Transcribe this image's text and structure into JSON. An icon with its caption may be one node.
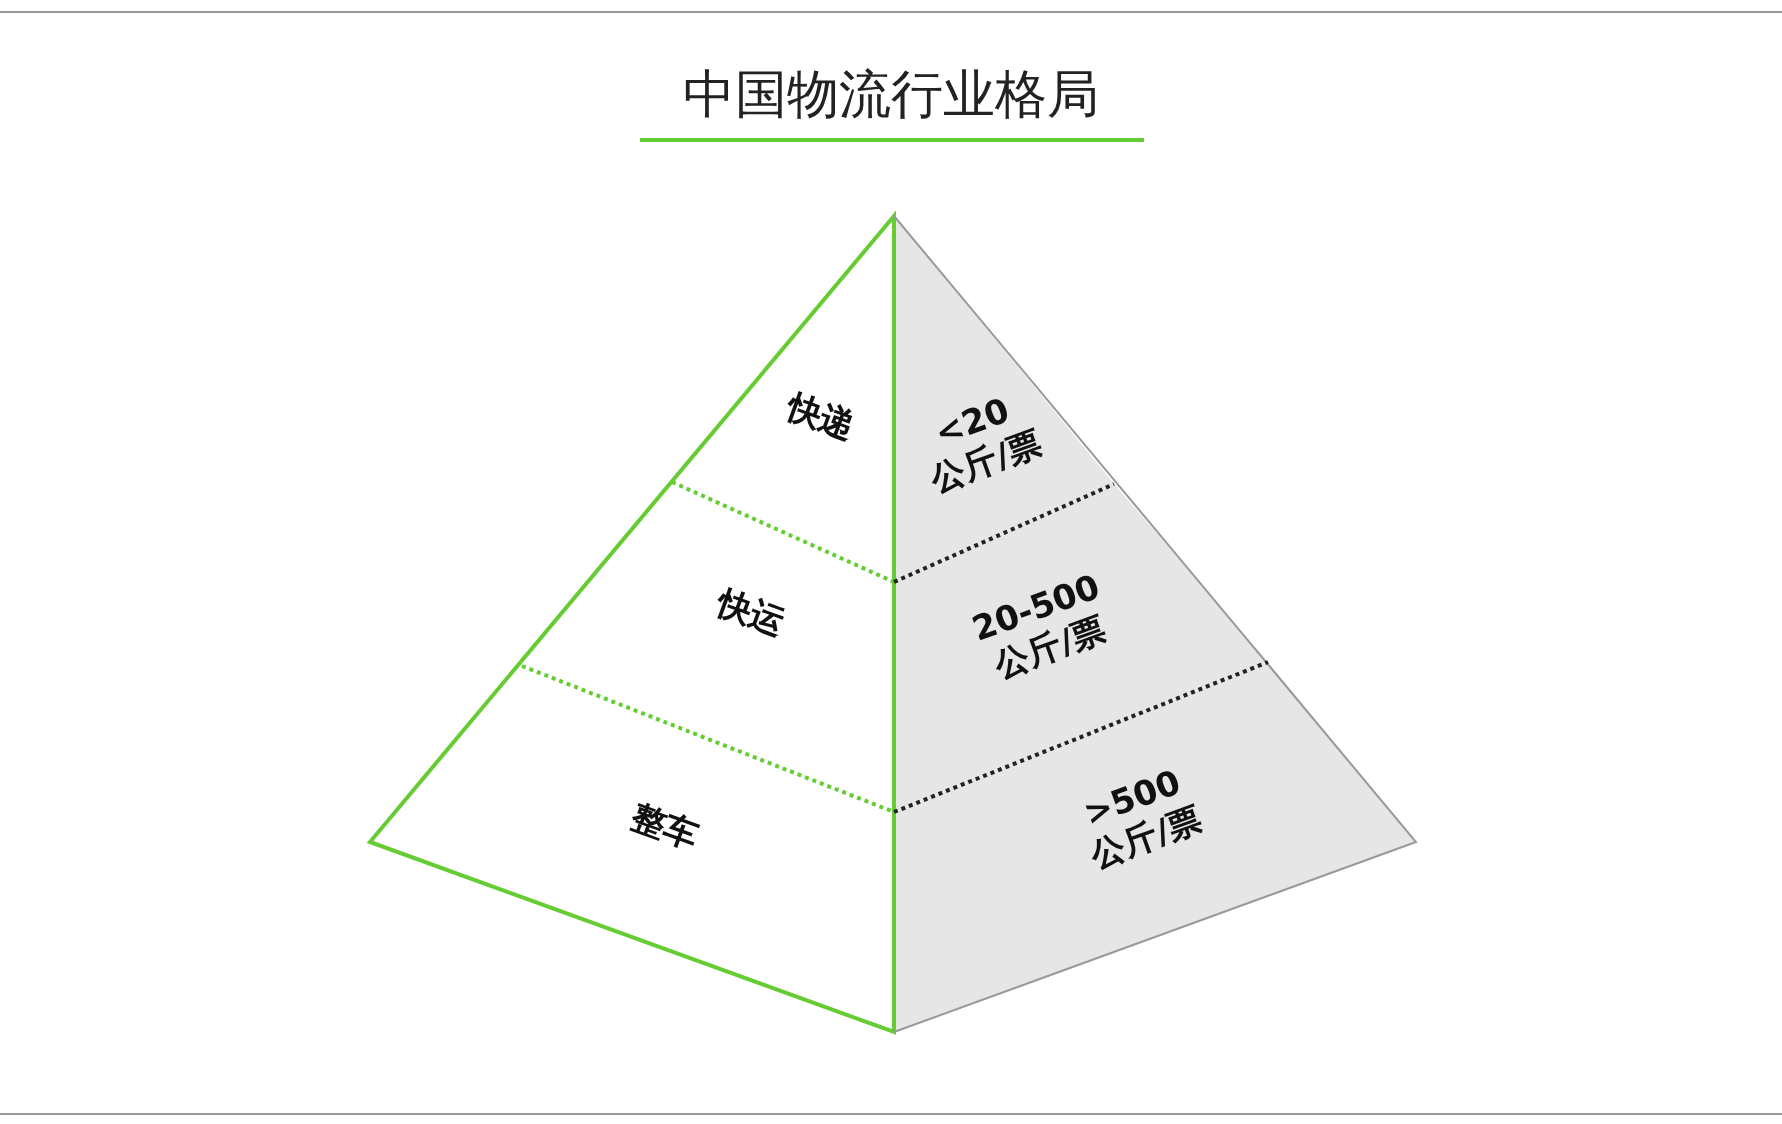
{
  "diagram": {
    "title": "中国物流行业格局",
    "nodes": [
      {
        "text": [
          "快递"
        ]
      },
      {
        "text": [
          "<20 公斤/票"
        ]
      },
      {
        "text": [
          "快运"
        ]
      },
      {
        "text": [
          "20-500 公斤/票"
        ]
      },
      {
        "text": [
          "整车"
        ]
      },
      {
        "text": [
          ">500 公斤/票"
        ]
      }
    ],
    "edges": []
  }
}
